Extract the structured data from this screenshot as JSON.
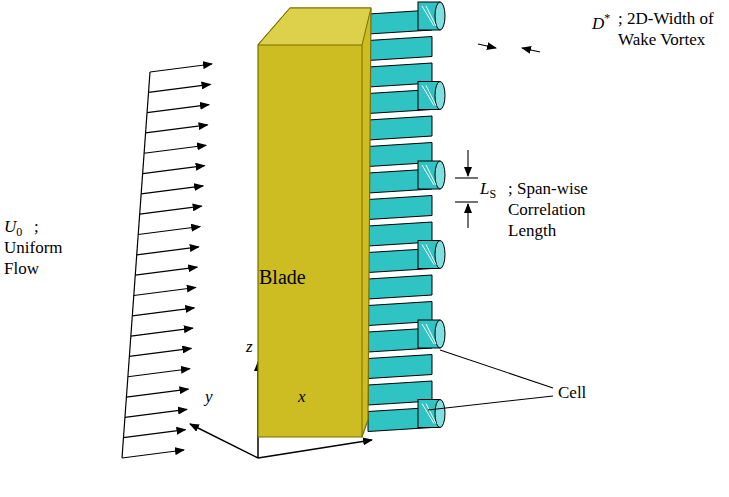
{
  "diagram": {
    "nodes": [
      {
        "text": [
          "Blade"
        ]
      }
    ],
    "labels": [
      "D*",
      "; 2D-Width of Wake Vortex",
      "LS",
      "; Span-wise Correlation Length",
      "U0",
      "; Uniform Flow",
      "z",
      "y",
      "x",
      "Cell"
    ]
  }
}
